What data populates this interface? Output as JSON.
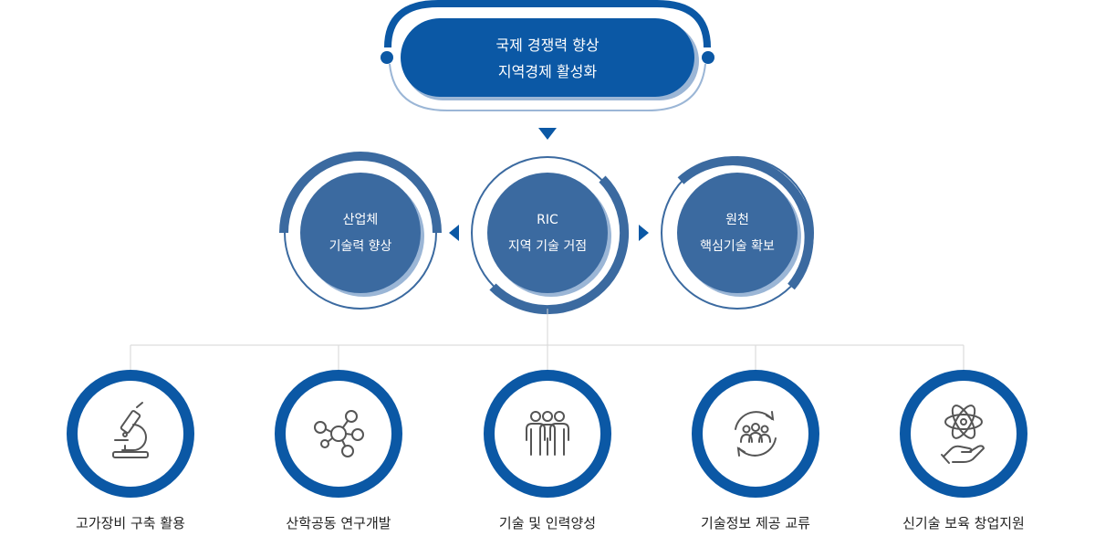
{
  "colors": {
    "dark_blue": "#0b58a5",
    "mid_blue": "#3b6aa0",
    "light_blue": "#9bb6d6",
    "ring_gray": "#c9d1dc",
    "line_gray": "#d5d5d5",
    "icon_gray": "#555555",
    "text_dark": "#222222",
    "white": "#ffffff"
  },
  "top_goal": {
    "line1": "국제 경쟁력 향상",
    "line2": "지역경제 활성화"
  },
  "middle": {
    "left": {
      "line1": "산업체",
      "line2": "기술력 향상"
    },
    "center": {
      "line1": "RIC",
      "line2": "지역 기술 거점"
    },
    "right": {
      "line1": "원천",
      "line2": "핵심기술 확보"
    }
  },
  "activities": [
    {
      "label": "고가장비 구축 활용",
      "icon": "microscope-icon"
    },
    {
      "label": "산학공동 연구개발",
      "icon": "molecule-icon"
    },
    {
      "label": "기술 및 인력양성",
      "icon": "people-group-icon"
    },
    {
      "label": "기술정보 제공 교류",
      "icon": "people-exchange-icon"
    },
    {
      "label": "신기술 보육 창업지원",
      "icon": "atom-hand-icon"
    }
  ]
}
